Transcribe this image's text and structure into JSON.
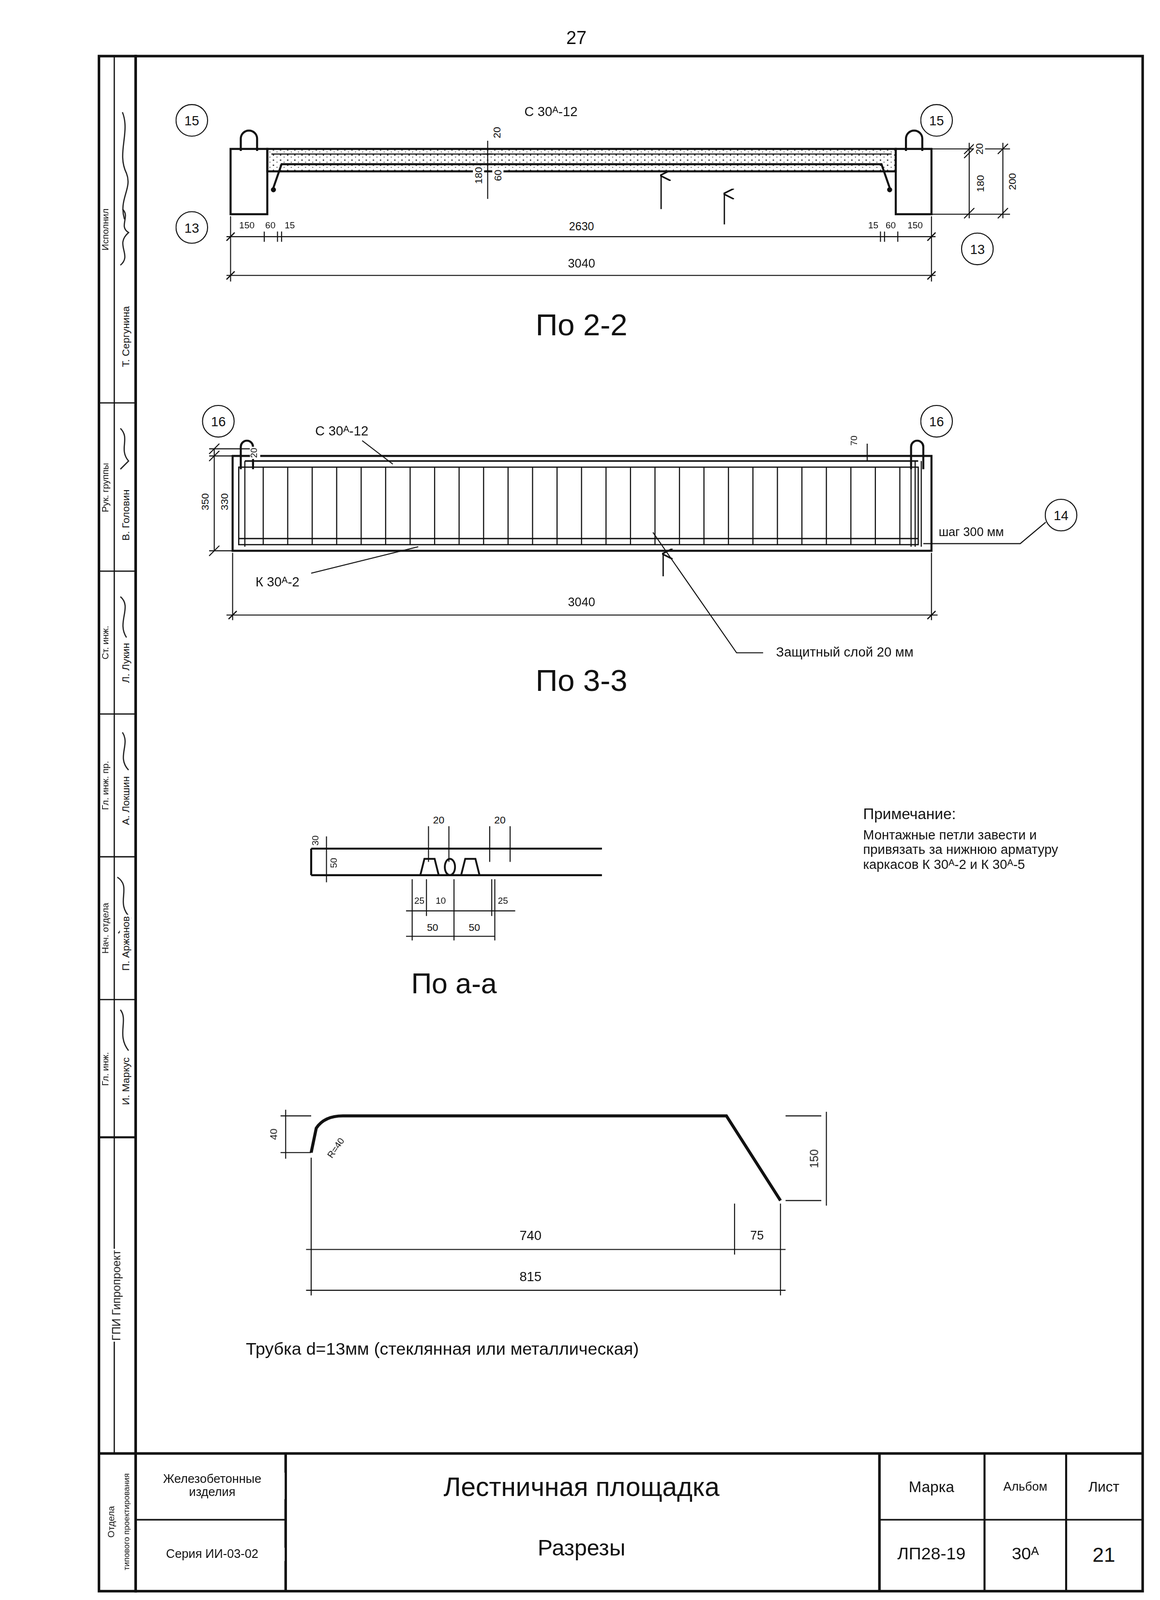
{
  "diagram": {
    "nodes": [
      {
        "text": [
          "15"
        ]
      },
      {
        "text": [
          "15"
        ]
      },
      {
        "text": [
          "13"
        ]
      },
      {
        "text": [
          "13"
        ]
      },
      {
        "text": [
          "16"
        ]
      },
      {
        "text": [
          "16"
        ]
      },
      {
        "text": [
          "14"
        ]
      }
    ],
    "labels": [
      "27",
      "С 30ᴬ-12",
      "20",
      "60",
      "180",
      "20",
      "180",
      "200",
      "150",
      "60",
      "15",
      "2630",
      "15",
      "60",
      "150",
      "3040",
      "По 2-2",
      "С 30ᴬ-12",
      "20",
      "350",
      "330",
      "70",
      "шаг 300 мм",
      "К 30ᴬ-2",
      "3040",
      "Защитный слой 20 мм",
      "По 3-3",
      "30",
      "50",
      "20",
      "20",
      "25",
      "10",
      "25",
      "50",
      "50",
      "По а-а",
      "Примечание:",
      "Монтажные петли завести и привязать за нижнюю арматуру каркасов К 30ᴬ-2 и К 30ᴬ-5",
      "40",
      "R=40",
      "150",
      "740",
      "75",
      "815",
      "Трубка d=13мм (стеклянная или металлическая)",
      "Железобетонные изделия",
      "Серия ИИ-03-02",
      "Лестничная площадка",
      "Разрезы",
      "Марка",
      "ЛП28-19",
      "Альбом",
      "30ᴬ",
      "Лист",
      "21",
      "Т. Сергунина",
      "В. Головин",
      "Л. Лукин",
      "А. Локшин",
      "П. Аржанов",
      "И. Маркус",
      "Исполнил",
      "Рук. группы",
      "Ст. инж.",
      "Гл. инж. пр.",
      "Нач. отдела",
      "Гл. инж.",
      "ГПИ Гипропроект",
      "Отдела",
      "типового проектирования"
    ]
  }
}
